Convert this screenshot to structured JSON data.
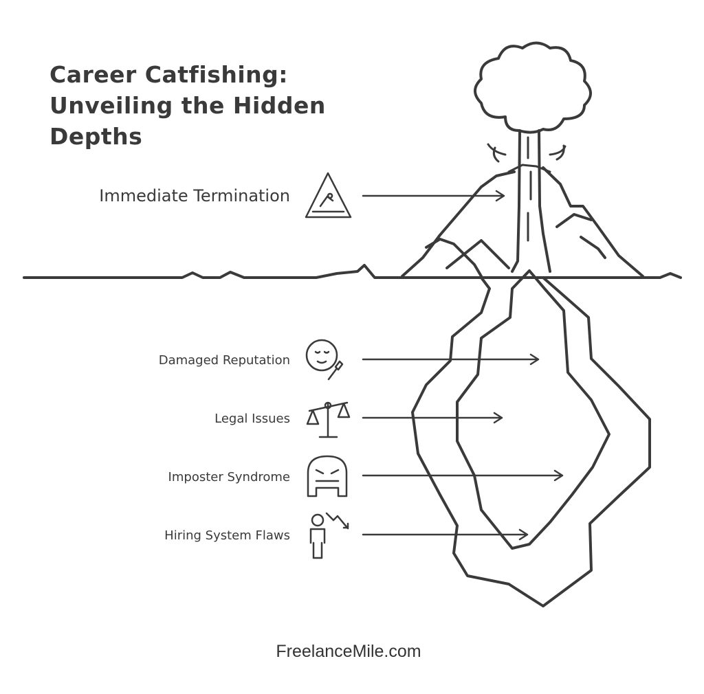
{
  "title": {
    "line1": "Career Catfishing:",
    "line2": "Unveiling the Hidden",
    "line3": "Depths"
  },
  "items": [
    {
      "label": "Immediate Termination",
      "icon": "slip-warning-icon"
    },
    {
      "label": "Damaged Reputation",
      "icon": "face-makeup-icon"
    },
    {
      "label": "Legal Issues",
      "icon": "scales-icon"
    },
    {
      "label": "Imposter Syndrome",
      "icon": "angry-mask-icon"
    },
    {
      "label": "Hiring System Flaws",
      "icon": "person-decline-icon"
    }
  ],
  "footer": "FreelanceMile.com",
  "colors": {
    "ink": "#3a3a3a",
    "background": "#ffffff"
  }
}
